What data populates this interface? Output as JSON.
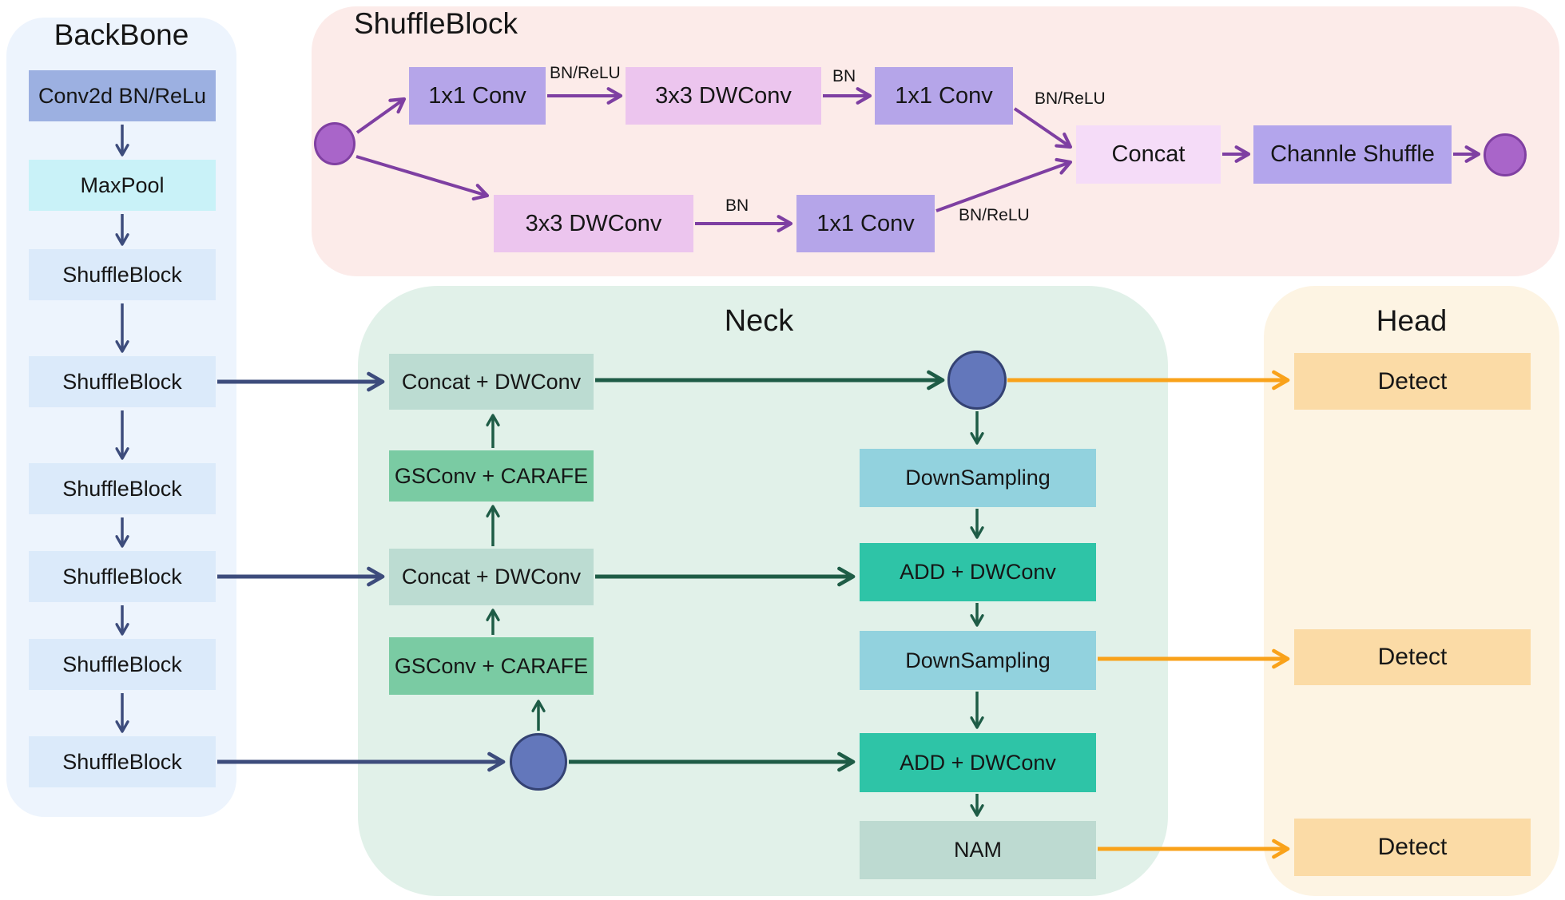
{
  "palette": {
    "page_bg": "#ffffff",
    "panel_backbone": "#edf4fd",
    "panel_shuffle": "#fcebe9",
    "panel_neck": "#e1f1e9",
    "panel_head": "#fdf4e3",
    "box_conv2d": "#9cb0e1",
    "box_maxpool": "#c9f2f8",
    "box_shuffleblock": "#dbeafa",
    "box_conv1x1": "#b5a5e9",
    "box_dwconv": "#ecc5ee",
    "box_concat_light": "#f5dcf8",
    "box_channel_shuffle": "#b3a5ec",
    "box_concat_dwconv": "#bcdcd2",
    "box_gsconv": "#7acba3",
    "box_downsampling": "#92d2de",
    "box_add_dwconv": "#2ec4a7",
    "box_nam": "#bddad1",
    "box_detect": "#fbdba6",
    "arrow_navy": "#3d4c7c",
    "arrow_green": "#1e5c46",
    "arrow_purple": "#7e3fa2",
    "arrow_orange": "#f9a21a",
    "node_blue_fill": "#6377bb",
    "node_blue_stroke": "#344273",
    "node_purple_fill": "#a965c9",
    "node_purple_stroke": "#8040a2",
    "text": "#161616"
  },
  "backbone": {
    "title": "BackBone",
    "blocks": [
      {
        "label": "Conv2d BN/ReLu"
      },
      {
        "label": "MaxPool"
      },
      {
        "label": "ShuffleBlock"
      },
      {
        "label": "ShuffleBlock"
      },
      {
        "label": "ShuffleBlock"
      },
      {
        "label": "ShuffleBlock"
      },
      {
        "label": "ShuffleBlock"
      },
      {
        "label": "ShuffleBlock"
      }
    ]
  },
  "shuffle": {
    "title": "ShuffleBlock",
    "boxes": {
      "conv1x1_top": "1x1 Conv",
      "dwconv_top": "3x3 DWConv",
      "conv1x1_top2": "1x1 Conv",
      "dwconv_bottom": "3x3 DWConv",
      "conv1x1_bottom": "1x1 Conv",
      "concat": "Concat",
      "channel_shuffle": "Channle Shuffle"
    },
    "edge_labels": {
      "bn_relu_top": "BN/ReLU",
      "bn_top": "BN",
      "bn_relu_top2": "BN/ReLU",
      "bn_bottom": "BN",
      "bn_relu_bottom": "BN/ReLU"
    }
  },
  "neck": {
    "title": "Neck",
    "left_column": [
      {
        "label": "Concat + DWConv"
      },
      {
        "label": "GSConv + CARAFE"
      },
      {
        "label": "Concat + DWConv"
      },
      {
        "label": "GSConv + CARAFE"
      }
    ],
    "right_column": [
      {
        "label": "DownSampling"
      },
      {
        "label": "ADD + DWConv"
      },
      {
        "label": "DownSampling"
      },
      {
        "label": "ADD + DWConv"
      },
      {
        "label": "NAM"
      }
    ]
  },
  "head": {
    "title": "Head",
    "blocks": [
      {
        "label": "Detect"
      },
      {
        "label": "Detect"
      },
      {
        "label": "Detect"
      }
    ]
  }
}
